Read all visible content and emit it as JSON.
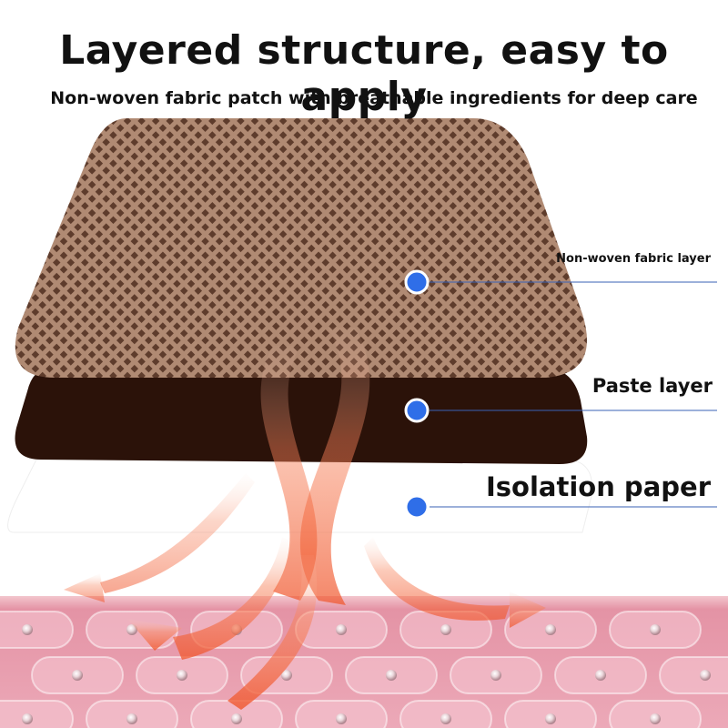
{
  "header": {
    "title": "Layered structure, easy to apply",
    "subtitle": "Non-woven fabric patch with breathable ingredients for deep care"
  },
  "layers": [
    {
      "label": "Non-woven fabric layer",
      "marker_color": "#2f6ee8"
    },
    {
      "label": "Paste layer",
      "marker_color": "#2f6ee8"
    },
    {
      "label": "Isolation paper",
      "marker_color": "#2f6ee8"
    }
  ],
  "colors": {
    "fabric": "#b28a72",
    "paste": "#2b1209",
    "skin": "#e9a3b1",
    "heat": "#f0663a",
    "leader_line": "#3a62b6"
  },
  "icons": [
    "heat-wave-arrows",
    "skin-cells"
  ]
}
